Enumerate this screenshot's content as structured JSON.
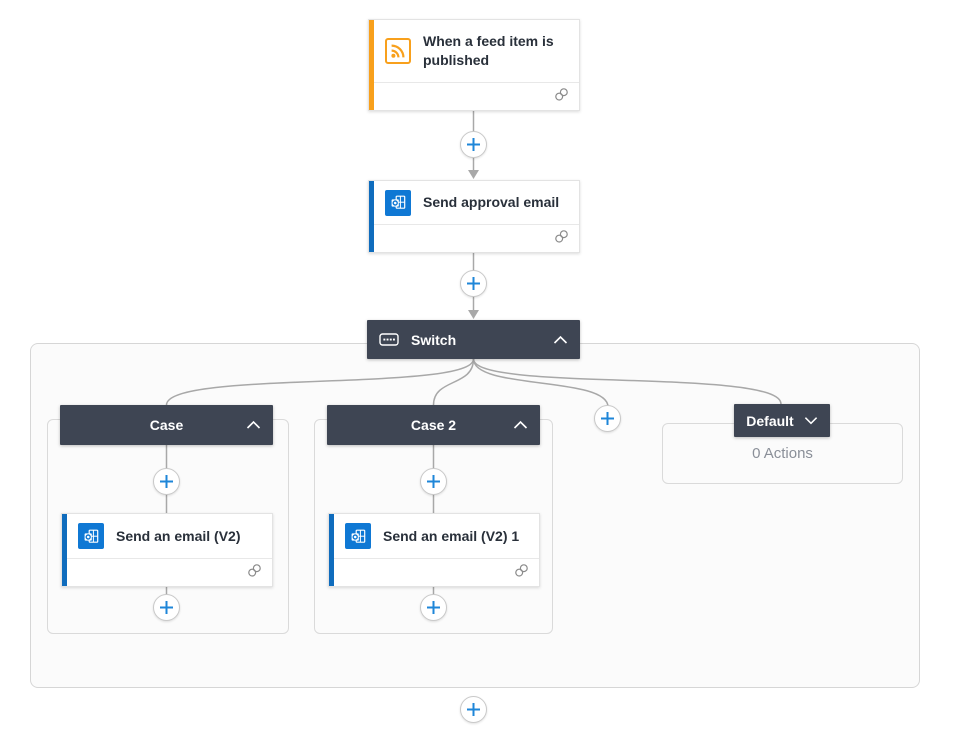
{
  "flow": {
    "trigger": {
      "title": "When a feed item is published",
      "service": "rss"
    },
    "approval": {
      "title": "Send approval email",
      "service": "outlook"
    },
    "switch": {
      "title": "Switch",
      "cases": [
        {
          "title": "Case",
          "action_title": "Send an email (V2)"
        },
        {
          "title": "Case 2",
          "action_title": "Send an email (V2) 1"
        }
      ],
      "default": {
        "title": "Default",
        "empty_text": "0 Actions"
      }
    }
  },
  "icons": {
    "rss": "rss-icon",
    "outlook": "outlook-icon",
    "switch": "switch-icon",
    "link": "link-icon",
    "chevron_up": "chevron-up-icon",
    "chevron_down": "chevron-down-icon",
    "plus": "plus-icon"
  },
  "colors": {
    "trigger_accent": "#F8A01C",
    "action_accent": "#0F6CBD",
    "outlook_brand": "#0F78D4",
    "scope_header": "#3E4553",
    "connector": "#A8A8A8",
    "plus_sign": "#1E86D8",
    "scope_border": "#D6D6D6",
    "empty_text": "#8A8F98"
  }
}
